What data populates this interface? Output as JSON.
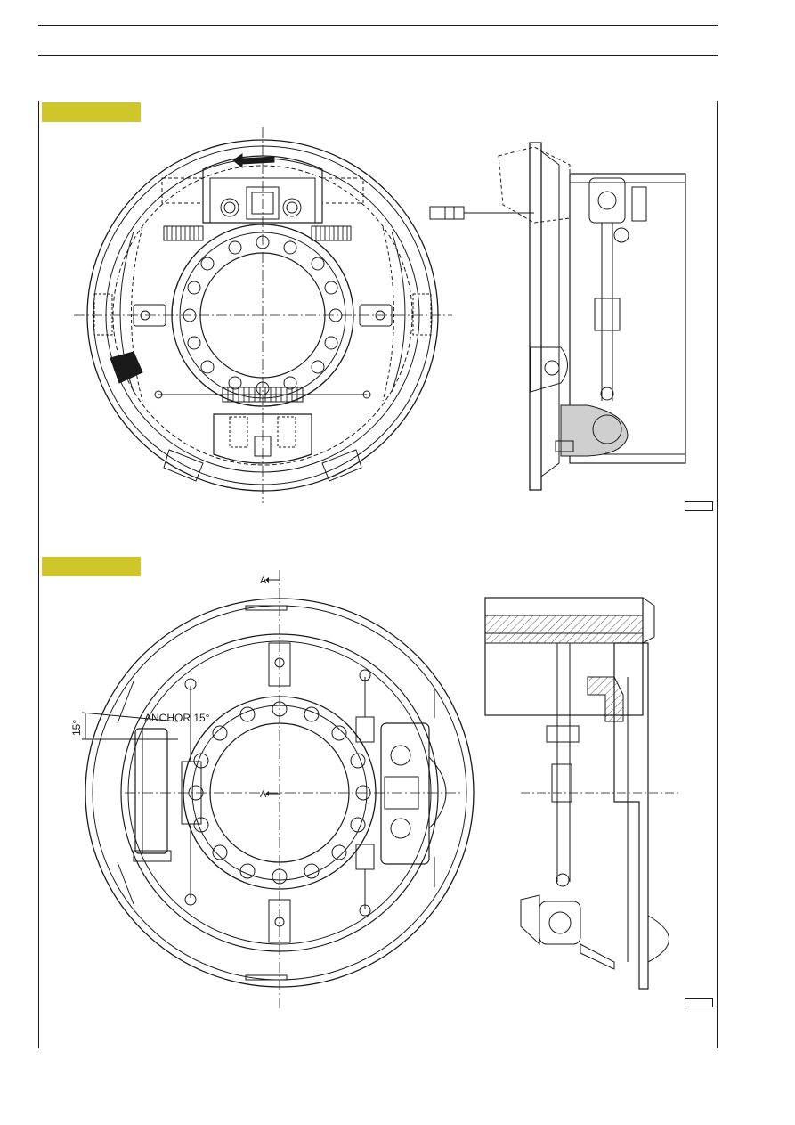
{
  "figures": [
    {
      "tag_color": "#cfc62a",
      "labels": []
    },
    {
      "tag_color": "#cfc62a",
      "labels": {
        "section_top": "A",
        "section_mid": "A",
        "angle": "15°",
        "anchor": "ANCHOR 15°"
      }
    }
  ]
}
